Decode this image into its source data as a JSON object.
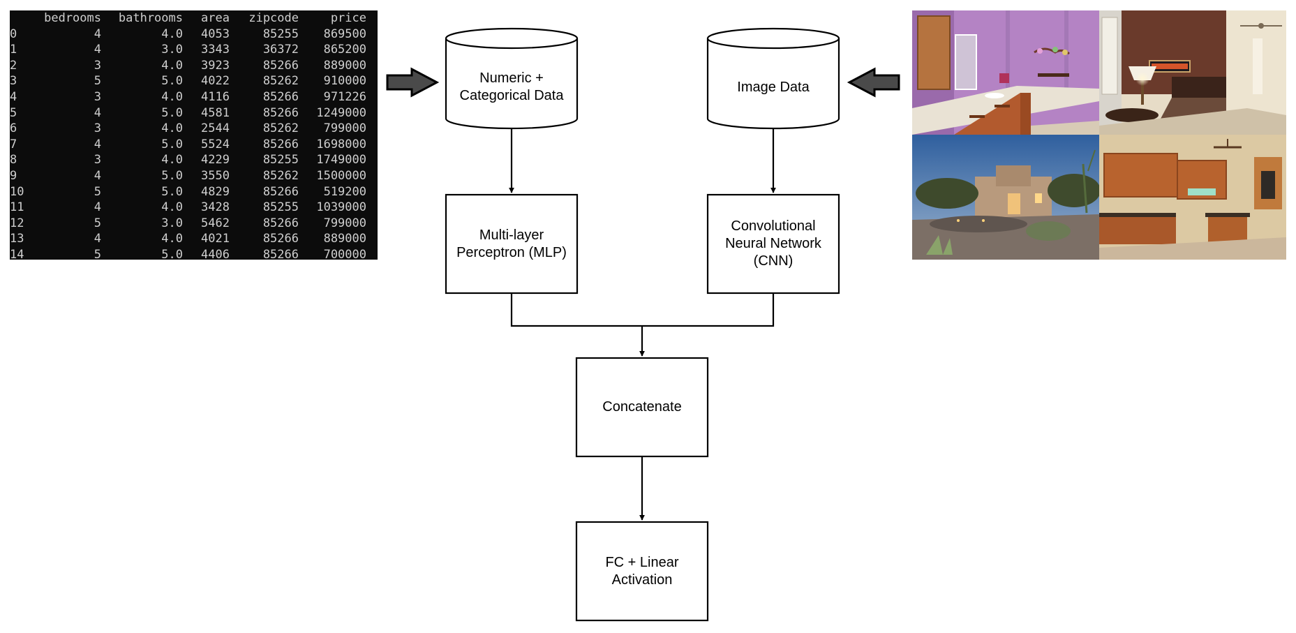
{
  "dataframe": {
    "columns": [
      "",
      "bedrooms",
      "bathrooms",
      "area",
      "zipcode",
      "price"
    ],
    "rows": [
      [
        "0",
        "4",
        "4.0",
        "4053",
        "85255",
        "869500"
      ],
      [
        "1",
        "4",
        "3.0",
        "3343",
        "36372",
        "865200"
      ],
      [
        "2",
        "3",
        "4.0",
        "3923",
        "85266",
        "889000"
      ],
      [
        "3",
        "5",
        "5.0",
        "4022",
        "85262",
        "910000"
      ],
      [
        "4",
        "3",
        "4.0",
        "4116",
        "85266",
        "971226"
      ],
      [
        "5",
        "4",
        "5.0",
        "4581",
        "85266",
        "1249000"
      ],
      [
        "6",
        "3",
        "4.0",
        "2544",
        "85262",
        "799000"
      ],
      [
        "7",
        "4",
        "5.0",
        "5524",
        "85266",
        "1698000"
      ],
      [
        "8",
        "3",
        "4.0",
        "4229",
        "85255",
        "1749000"
      ],
      [
        "9",
        "4",
        "5.0",
        "3550",
        "85262",
        "1500000"
      ],
      [
        "10",
        "5",
        "5.0",
        "4829",
        "85266",
        "519200"
      ],
      [
        "11",
        "4",
        "4.0",
        "3428",
        "85255",
        "1039000"
      ],
      [
        "12",
        "5",
        "3.0",
        "5462",
        "85266",
        "799000"
      ],
      [
        "13",
        "4",
        "4.0",
        "4021",
        "85266",
        "889000"
      ],
      [
        "14",
        "5",
        "5.0",
        "4406",
        "85266",
        "700000"
      ]
    ]
  },
  "nodes": {
    "numeric": "Numeric +\nCategorical Data",
    "image": "Image Data",
    "mlp": "Multi-layer\nPerceptron (MLP)",
    "cnn": "Convolutional\nNeural Network\n(CNN)",
    "concat": "Concatenate",
    "fc": "FC + Linear\nActivation"
  },
  "colors": {
    "terminal_bg": "#0c0c0c",
    "terminal_text": "#cfcfcf",
    "arrow_fill": "#4a4a4a",
    "stroke": "#000000"
  },
  "collage": {
    "photos": [
      "bathroom-photo",
      "bedroom-photo",
      "house-exterior-photo",
      "kitchen-photo"
    ]
  }
}
